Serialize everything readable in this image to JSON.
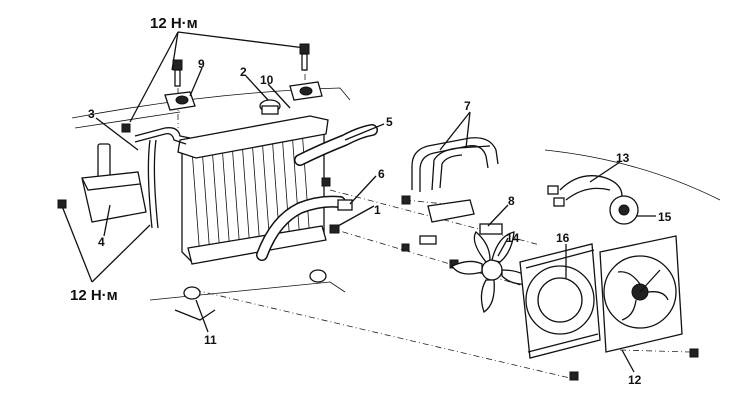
{
  "torque_labels": {
    "top": "12 Н·м",
    "bottom": "12 Н·м"
  },
  "callouts": [
    "1",
    "2",
    "3",
    "4",
    "5",
    "6",
    "7",
    "8",
    "9",
    "10",
    "11",
    "12",
    "13",
    "14",
    "15",
    "16"
  ]
}
